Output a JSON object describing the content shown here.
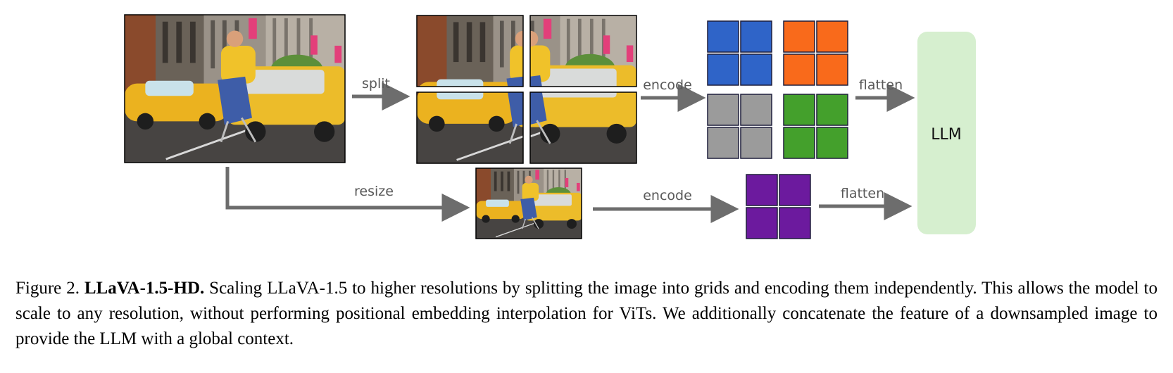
{
  "figure": {
    "labels": {
      "split": "split",
      "encode_top": "encode",
      "flatten_top": "flatten",
      "resize": "resize",
      "encode_bottom": "encode",
      "flatten_bottom": "flatten",
      "llm": "LLM"
    },
    "colors": {
      "blue": "#2F64C8",
      "orange": "#F96A1B",
      "gray": "#9B9B9B",
      "green": "#44A02C",
      "purple": "#6C1A9E",
      "llm_fill": "#D6EFCF",
      "arrow": "#6D6D6D",
      "cell_border": "#1E1E3C"
    }
  },
  "caption": {
    "prefix": "Figure 2. ",
    "title": "LLaVA-1.5-HD.",
    "body": " Scaling LLaVA-1.5 to higher resolutions by splitting the image into grids and encoding them independently. This allows the model to scale to any resolution, without performing positional embedding interpolation for ViTs. We additionally concatenate the feature of a downsampled image to provide the LLM with a global context."
  }
}
